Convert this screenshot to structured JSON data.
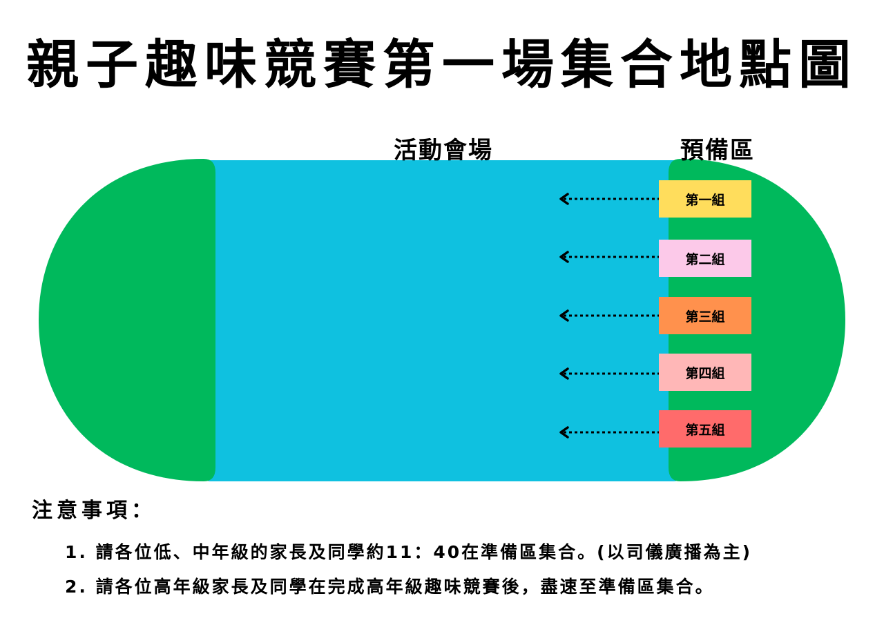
{
  "title": "親子趣味競賽第一場集合地點圖",
  "map": {
    "venue_label": "活動會場",
    "prep_area_label": "預備區",
    "colors": {
      "field": "#0fc1e0",
      "end_zone": "#00b95c",
      "arrow": "#000000"
    },
    "groups": [
      {
        "label": "第一組",
        "color": "#ffdd5c"
      },
      {
        "label": "第二組",
        "color": "#fcc9e9"
      },
      {
        "label": "第三組",
        "color": "#ff914d"
      },
      {
        "label": "第四組",
        "color": "#ffb7b7"
      },
      {
        "label": "第五組",
        "color": "#ff6b6b"
      }
    ]
  },
  "notes": {
    "heading": "注意事項：",
    "items": [
      "1. 請各位低、中年級的家長及同學約11：40在準備區集合。(以司儀廣播為主)",
      "2. 請各位高年級家長及同學在完成高年級趣味競賽後，盡速至準備區集合。"
    ]
  }
}
